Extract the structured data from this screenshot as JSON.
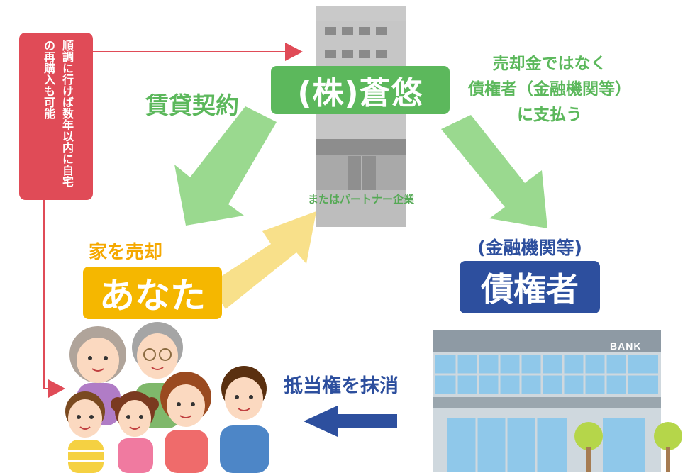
{
  "side_note": {
    "text": "順調に行けば数年以内に自宅の再購入も可能"
  },
  "company": {
    "name": "(株)蒼悠",
    "partner": "またはパートナー企業"
  },
  "lease": {
    "label": "賃貸契約"
  },
  "payment_note": {
    "line1": "売却金ではなく",
    "line2": "債権者（金融機関等）",
    "line3": "に支払う"
  },
  "seller": {
    "action": "家を売却",
    "name": "あなた"
  },
  "creditor": {
    "sub": "(金融機関等)",
    "name": "債権者"
  },
  "mortgage": {
    "label": "抵当権を抹消"
  },
  "bank": {
    "sign": "BANK"
  },
  "colors": {
    "red": "#e04b57",
    "green": "#5cb85c",
    "light_green": "#9ad98f",
    "yellow": "#f5b700",
    "light_yellow": "#f8e08a",
    "navy": "#2d4f9e",
    "building_gray": "#b8b8b8",
    "bank_blue": "#8fc8ea"
  }
}
